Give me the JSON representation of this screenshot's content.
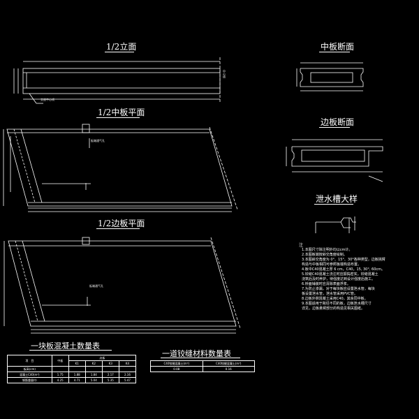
{
  "titles": {
    "elevation": "1/2立面",
    "mid_plan": "1/2中板平面",
    "edge_plan": "1/2边板平面",
    "mid_section": "中板断面",
    "edge_section": "边板断面",
    "drain_detail": "泄水槽大样",
    "table1": "一块板混凝土数量表",
    "table2": "一道铰缝材料数量表"
  },
  "labels": {
    "support_center": "支座中心线",
    "pier_center": "中心线",
    "vent_hole": "板端通气孔",
    "vent_hole2": "板端通气孔",
    "notes_head": "注"
  },
  "table1": {
    "header1": [
      "项　目",
      "中板",
      "边板"
    ],
    "header2": [
      "",
      "",
      "K1",
      "K2",
      "K3",
      "K4"
    ],
    "rows": [
      [
        "板高(cm)",
        "",
        "",
        "",
        "",
        ""
      ],
      [
        "混凝土C40(m³)",
        "1.75",
        "1.88",
        "1.84",
        "2.17",
        "2.16"
      ],
      [
        "钢筋重量(t)",
        "4.25",
        "4.71",
        "5.04",
        "5.35",
        "5.47"
      ]
    ]
  },
  "table2": {
    "header": [
      "C40铰缝混凝土(m³)",
      "C40铰缝混凝土(m³)"
    ],
    "row": [
      "0.08",
      "0.16"
    ]
  },
  "notes": [
    "1.本图尺寸除注明外均以cm计。",
    "2.本图板端按斜交角度绘制。",
    "3.本图斜交角度为 0°、15°、30°各种类型，边板挑臂",
    "  构造与中板相同可参照板端构造布置。",
    "4.板中C40混凝土厚 6 cm，C40，15, 30°, 60cm。",
    "5.铰缝C40混凝土浇注时应振捣密实，铰缝混凝土",
    "  浇筑后及时养护，待强度达到设计强度后施工。",
    "6.桥面铺装时应清除表面浮浆。",
    "7.为防止渗漏，对于每块板应设置泄水管，每块",
    "  板设置泄水管，泄水管采用PVC管。",
    "8.边板外侧混凝土采用C40，其余同中板。",
    "9.本图适用于跨径不同的板，边板泄水槽尺寸",
    "  详见，边板悬臂部分的构造见相关图纸。"
  ]
}
